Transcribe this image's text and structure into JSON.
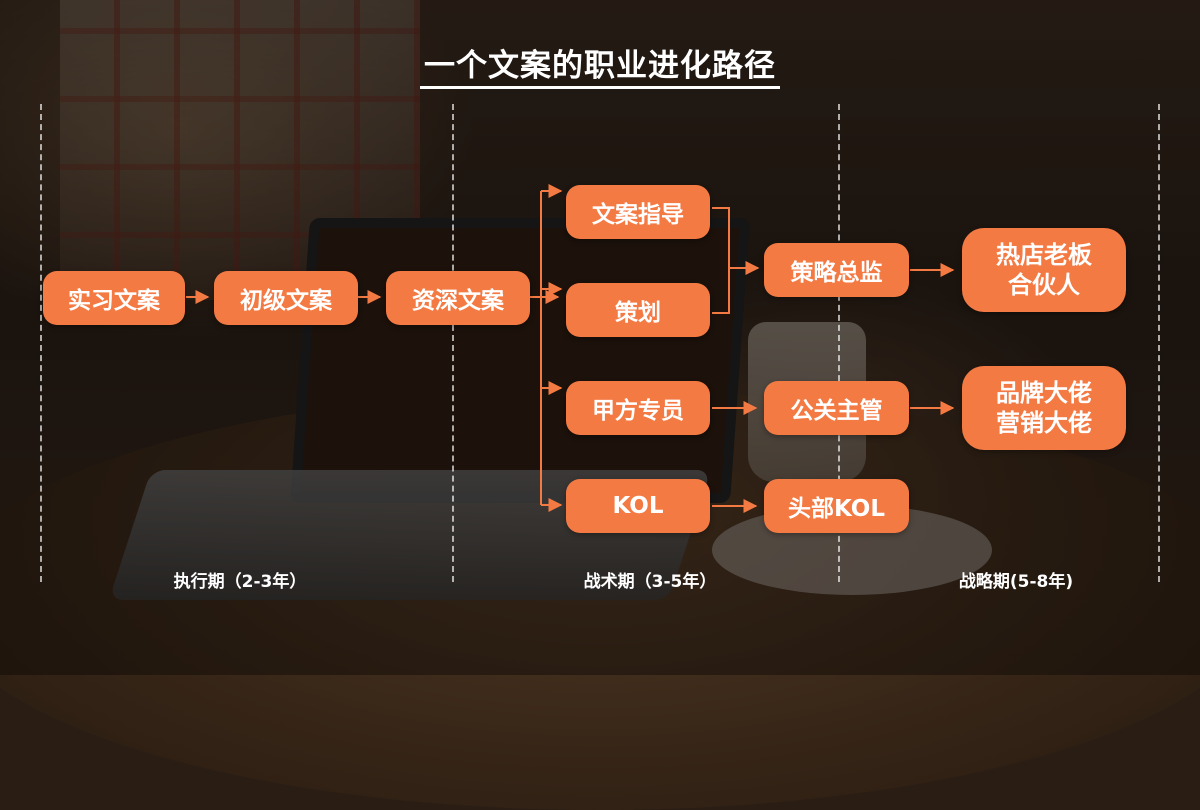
{
  "title": "一个文案的职业进化路径",
  "phases": [
    "执行期（2-3年）",
    "战术期（3-5年）",
    "战略期(5-8年)"
  ],
  "nodes": {
    "intern": "实习文案",
    "junior": "初级文案",
    "senior": "资深文案",
    "guide": "文案指导",
    "planning": "策划",
    "client": "甲方专员",
    "kol": "KOL",
    "strategy_director": "策略总监",
    "pr_manager": "公关主管",
    "top_kol": "头部KOL",
    "partner_line1": "热店老板",
    "partner_line2": "合伙人",
    "brand_line1": "品牌大佬",
    "brand_line2": "营销大佬"
  },
  "colors": {
    "box": "#f47a43",
    "text": "#ffffff",
    "connector": "#f47a43"
  }
}
